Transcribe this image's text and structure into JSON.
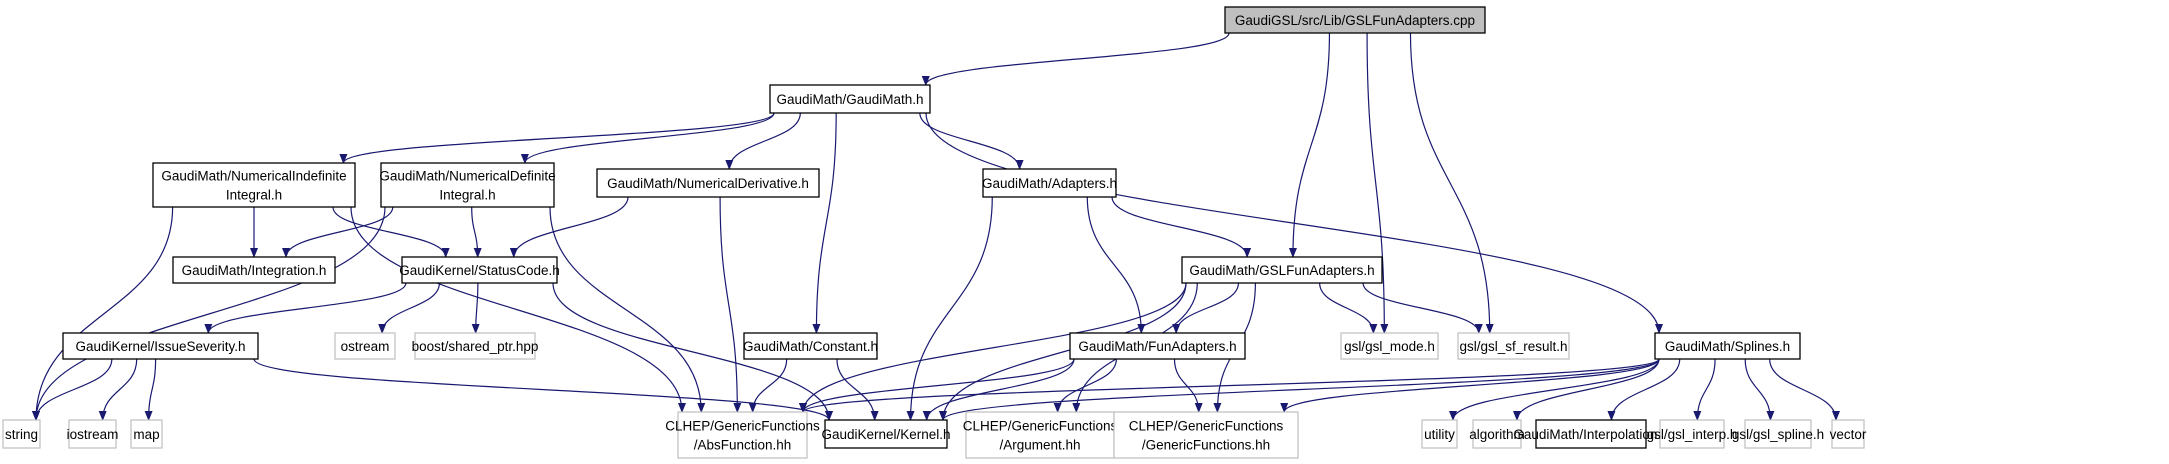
{
  "title": "GaudiGSL/src/Lib/GSLFunAdapters.cpp include dependency graph",
  "colors": {
    "edge": "#191970",
    "root_fill": "#bfbfbf",
    "node_border": "#000000",
    "external_border": "#bfbfbf"
  },
  "nodes": [
    {
      "id": "root",
      "lines": [
        "GaudiGSL/src/Lib/GSLFunAdapters.cpp"
      ],
      "kind": "root"
    },
    {
      "id": "gaudimath",
      "lines": [
        "GaudiMath/GaudiMath.h"
      ],
      "kind": "internal"
    },
    {
      "id": "numindef",
      "lines": [
        "GaudiMath/NumericalIndefinite",
        "Integral.h"
      ],
      "kind": "internal"
    },
    {
      "id": "numdef",
      "lines": [
        "GaudiMath/NumericalDefinite",
        "Integral.h"
      ],
      "kind": "internal"
    },
    {
      "id": "numderiv",
      "lines": [
        "GaudiMath/NumericalDerivative.h"
      ],
      "kind": "internal"
    },
    {
      "id": "adapters",
      "lines": [
        "GaudiMath/Adapters.h"
      ],
      "kind": "internal"
    },
    {
      "id": "integration",
      "lines": [
        "GaudiMath/Integration.h"
      ],
      "kind": "internal"
    },
    {
      "id": "statuscode",
      "lines": [
        "GaudiKernel/StatusCode.h"
      ],
      "kind": "internal"
    },
    {
      "id": "gslfunadapters",
      "lines": [
        "GaudiMath/GSLFunAdapters.h"
      ],
      "kind": "internal"
    },
    {
      "id": "issueseverity",
      "lines": [
        "GaudiKernel/IssueSeverity.h"
      ],
      "kind": "internal"
    },
    {
      "id": "ostream",
      "lines": [
        "ostream"
      ],
      "kind": "external"
    },
    {
      "id": "sharedptr",
      "lines": [
        "boost/shared_ptr.hpp"
      ],
      "kind": "external"
    },
    {
      "id": "constant",
      "lines": [
        "GaudiMath/Constant.h"
      ],
      "kind": "internal"
    },
    {
      "id": "funadapters",
      "lines": [
        "GaudiMath/FunAdapters.h"
      ],
      "kind": "internal"
    },
    {
      "id": "gslmode",
      "lines": [
        "gsl/gsl_mode.h"
      ],
      "kind": "external"
    },
    {
      "id": "gslsfresult",
      "lines": [
        "gsl/gsl_sf_result.h"
      ],
      "kind": "external"
    },
    {
      "id": "splines",
      "lines": [
        "GaudiMath/Splines.h"
      ],
      "kind": "internal"
    },
    {
      "id": "string",
      "lines": [
        "string"
      ],
      "kind": "external"
    },
    {
      "id": "iostream",
      "lines": [
        "iostream"
      ],
      "kind": "external"
    },
    {
      "id": "map",
      "lines": [
        "map"
      ],
      "kind": "external"
    },
    {
      "id": "absfunction",
      "lines": [
        "CLHEP/GenericFunctions",
        "/AbsFunction.hh"
      ],
      "kind": "external"
    },
    {
      "id": "kernel",
      "lines": [
        "GaudiKernel/Kernel.h"
      ],
      "kind": "internal"
    },
    {
      "id": "argument",
      "lines": [
        "CLHEP/GenericFunctions",
        "/Argument.hh"
      ],
      "kind": "external"
    },
    {
      "id": "genericfunctions",
      "lines": [
        "CLHEP/GenericFunctions",
        "/GenericFunctions.hh"
      ],
      "kind": "external"
    },
    {
      "id": "utility",
      "lines": [
        "utility"
      ],
      "kind": "external"
    },
    {
      "id": "algorithm",
      "lines": [
        "algorithm"
      ],
      "kind": "external"
    },
    {
      "id": "interpolation",
      "lines": [
        "GaudiMath/Interpolation.h"
      ],
      "kind": "internal"
    },
    {
      "id": "gslinterp",
      "lines": [
        "gsl/gsl_interp.h"
      ],
      "kind": "external"
    },
    {
      "id": "gslspline",
      "lines": [
        "gsl/gsl_spline.h"
      ],
      "kind": "external"
    },
    {
      "id": "vector",
      "lines": [
        "vector"
      ],
      "kind": "external"
    }
  ],
  "edges": [
    [
      "root",
      "gaudimath"
    ],
    [
      "root",
      "gslfunadapters"
    ],
    [
      "root",
      "gslmode"
    ],
    [
      "root",
      "gslsfresult"
    ],
    [
      "gaudimath",
      "numindef"
    ],
    [
      "gaudimath",
      "numdef"
    ],
    [
      "gaudimath",
      "numderiv"
    ],
    [
      "gaudimath",
      "adapters"
    ],
    [
      "gaudimath",
      "constant"
    ],
    [
      "gaudimath",
      "splines"
    ],
    [
      "numindef",
      "integration"
    ],
    [
      "numindef",
      "statuscode"
    ],
    [
      "numindef",
      "string"
    ],
    [
      "numindef",
      "absfunction"
    ],
    [
      "numdef",
      "integration"
    ],
    [
      "numdef",
      "statuscode"
    ],
    [
      "numdef",
      "string"
    ],
    [
      "numdef",
      "absfunction"
    ],
    [
      "numderiv",
      "statuscode"
    ],
    [
      "numderiv",
      "absfunction"
    ],
    [
      "adapters",
      "gslfunadapters"
    ],
    [
      "adapters",
      "funadapters"
    ],
    [
      "adapters",
      "kernel"
    ],
    [
      "statuscode",
      "issueseverity"
    ],
    [
      "statuscode",
      "ostream"
    ],
    [
      "statuscode",
      "sharedptr"
    ],
    [
      "statuscode",
      "kernel"
    ],
    [
      "issueseverity",
      "string"
    ],
    [
      "issueseverity",
      "iostream"
    ],
    [
      "issueseverity",
      "map"
    ],
    [
      "issueseverity",
      "kernel"
    ],
    [
      "constant",
      "absfunction"
    ],
    [
      "constant",
      "kernel"
    ],
    [
      "gslfunadapters",
      "funadapters"
    ],
    [
      "gslfunadapters",
      "gslmode"
    ],
    [
      "gslfunadapters",
      "gslsfresult"
    ],
    [
      "gslfunadapters",
      "absfunction"
    ],
    [
      "gslfunadapters",
      "kernel"
    ],
    [
      "gslfunadapters",
      "argument"
    ],
    [
      "gslfunadapters",
      "genericfunctions"
    ],
    [
      "funadapters",
      "absfunction"
    ],
    [
      "funadapters",
      "kernel"
    ],
    [
      "funadapters",
      "argument"
    ],
    [
      "funadapters",
      "genericfunctions"
    ],
    [
      "splines",
      "absfunction"
    ],
    [
      "splines",
      "kernel"
    ],
    [
      "splines",
      "genericfunctions"
    ],
    [
      "splines",
      "utility"
    ],
    [
      "splines",
      "algorithm"
    ],
    [
      "splines",
      "interpolation"
    ],
    [
      "splines",
      "gslinterp"
    ],
    [
      "splines",
      "gslspline"
    ],
    [
      "splines",
      "vector"
    ]
  ]
}
